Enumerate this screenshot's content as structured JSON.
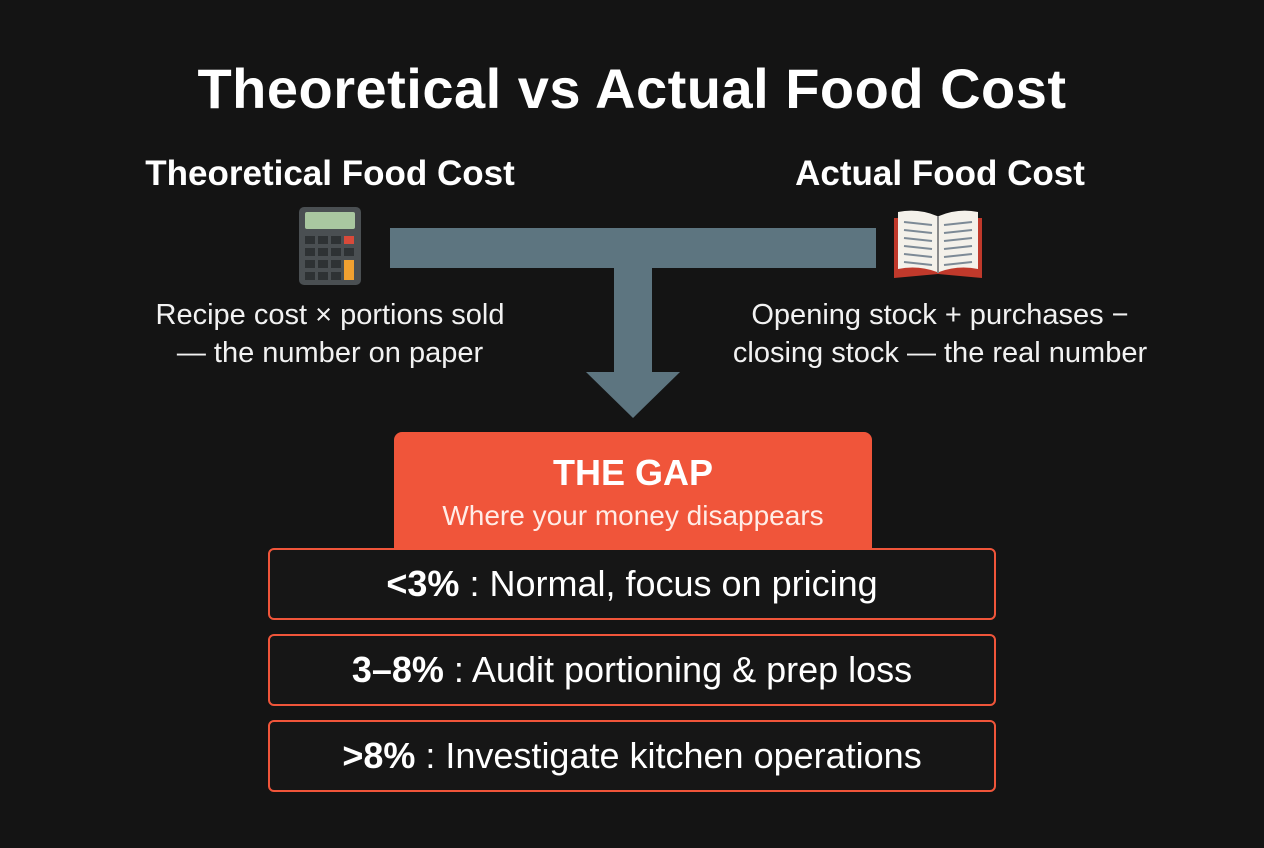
{
  "title": "Theoretical vs Actual Food Cost",
  "left": {
    "heading": "Theoretical Food Cost",
    "desc_line1": "Recipe cost × portions sold",
    "desc_line2": "— the number on paper",
    "icon": "calculator-icon"
  },
  "right": {
    "heading": "Actual Food Cost",
    "desc_line1": "Opening stock + purchases −",
    "desc_line2": "closing stock — the real number",
    "icon": "ledger-book-icon"
  },
  "gap": {
    "title": "THE GAP",
    "subtitle": "Where your money disappears"
  },
  "tiers": [
    {
      "range": "<3%",
      "sep": " : ",
      "action": "Normal, focus on pricing"
    },
    {
      "range": "3–8%",
      "sep": " : ",
      "action": "Audit portioning & prep loss"
    },
    {
      "range": ">8%",
      "sep": " : ",
      "action": "Investigate kitchen operations"
    }
  ],
  "colors": {
    "background": "#141414",
    "accent": "#f0553a",
    "connector": "#5d7580"
  }
}
